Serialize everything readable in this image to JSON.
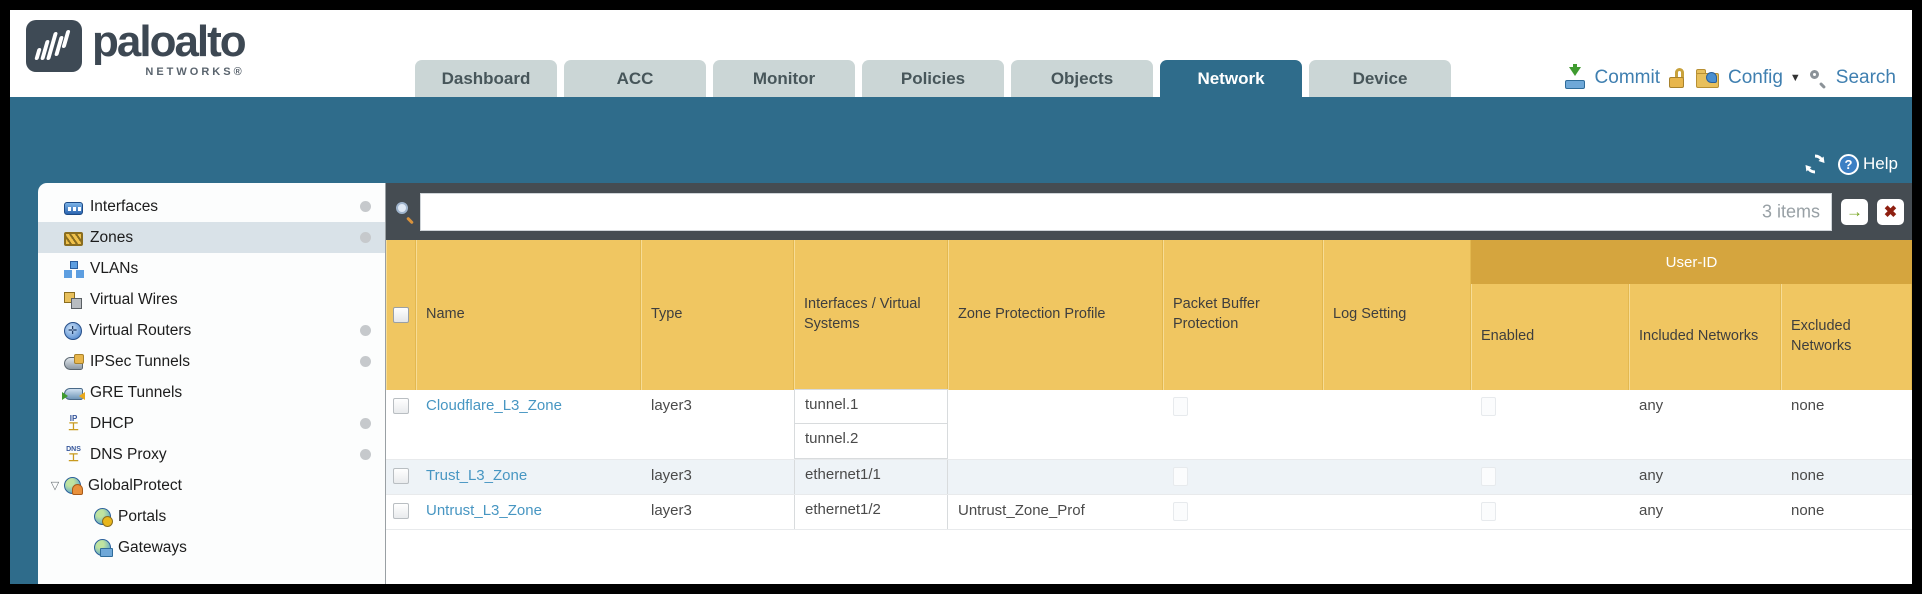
{
  "header": {
    "logo": {
      "brand": "paloalto",
      "sub": "NETWORKS®"
    },
    "tabs": [
      {
        "label": "Dashboard",
        "active": false
      },
      {
        "label": "ACC",
        "active": false
      },
      {
        "label": "Monitor",
        "active": false
      },
      {
        "label": "Policies",
        "active": false
      },
      {
        "label": "Objects",
        "active": false
      },
      {
        "label": "Network",
        "active": true
      },
      {
        "label": "Device",
        "active": false
      }
    ],
    "actions": {
      "commit": "Commit",
      "config": "Config",
      "search": "Search"
    }
  },
  "toolbar": {
    "help": "Help"
  },
  "sidebar": {
    "items": [
      {
        "label": "Interfaces",
        "icon": "interfaces-icon",
        "cls": "i-interfaces",
        "dot": true,
        "selected": false,
        "indent": 0,
        "expander": ""
      },
      {
        "label": "Zones",
        "icon": "zones-icon",
        "cls": "i-zones",
        "dot": true,
        "selected": true,
        "indent": 0,
        "expander": ""
      },
      {
        "label": "VLANs",
        "icon": "vlans-icon",
        "cls": "i-vlans",
        "dot": false,
        "selected": false,
        "indent": 0,
        "expander": ""
      },
      {
        "label": "Virtual Wires",
        "icon": "virtual-wires-icon",
        "cls": "i-vwires",
        "dot": false,
        "selected": false,
        "indent": 0,
        "expander": ""
      },
      {
        "label": "Virtual Routers",
        "icon": "virtual-routers-icon",
        "cls": "i-vrouters",
        "dot": true,
        "selected": false,
        "indent": 0,
        "expander": ""
      },
      {
        "label": "IPSec Tunnels",
        "icon": "ipsec-tunnels-icon",
        "cls": "i-ipsec",
        "dot": true,
        "selected": false,
        "indent": 0,
        "expander": ""
      },
      {
        "label": "GRE Tunnels",
        "icon": "gre-tunnels-icon",
        "cls": "i-gre",
        "dot": false,
        "selected": false,
        "indent": 0,
        "expander": ""
      },
      {
        "label": "DHCP",
        "icon": "dhcp-icon",
        "cls": "i-dhcp",
        "dot": true,
        "selected": false,
        "indent": 0,
        "expander": ""
      },
      {
        "label": "DNS Proxy",
        "icon": "dns-proxy-icon",
        "cls": "i-dns",
        "dot": true,
        "selected": false,
        "indent": 0,
        "expander": ""
      },
      {
        "label": "GlobalProtect",
        "icon": "globalprotect-icon",
        "cls": "globe i-gp",
        "dot": false,
        "selected": false,
        "indent": 0,
        "expander": "▽"
      },
      {
        "label": "Portals",
        "icon": "portals-icon",
        "cls": "globe i-portals",
        "dot": false,
        "selected": false,
        "indent": 1,
        "expander": ""
      },
      {
        "label": "Gateways",
        "icon": "gateways-icon",
        "cls": "globe i-gateways",
        "dot": false,
        "selected": false,
        "indent": 1,
        "expander": ""
      }
    ]
  },
  "filter_bar": {
    "value": "",
    "items_count": "3 items"
  },
  "table": {
    "group_header": "User-ID",
    "columns": [
      "Name",
      "Type",
      "Interfaces / Virtual Systems",
      "Zone Protection Profile",
      "Packet Buffer Protection",
      "Log Setting",
      "Enabled",
      "Included Networks",
      "Excluded Networks"
    ],
    "rows": [
      {
        "name": "Cloudflare_L3_Zone",
        "type": "layer3",
        "interfaces": [
          "tunnel.1",
          "tunnel.2"
        ],
        "zone_protection_profile": "",
        "log_setting": "",
        "included_networks": "any",
        "excluded_networks": "none"
      },
      {
        "name": "Trust_L3_Zone",
        "type": "layer3",
        "interfaces": [
          "ethernet1/1"
        ],
        "zone_protection_profile": "",
        "log_setting": "",
        "included_networks": "any",
        "excluded_networks": "none"
      },
      {
        "name": "Untrust_L3_Zone",
        "type": "layer3",
        "interfaces": [
          "ethernet1/2"
        ],
        "zone_protection_profile": "Untrust_Zone_Prof",
        "log_setting": "",
        "included_networks": "any",
        "excluded_networks": "none"
      }
    ]
  }
}
